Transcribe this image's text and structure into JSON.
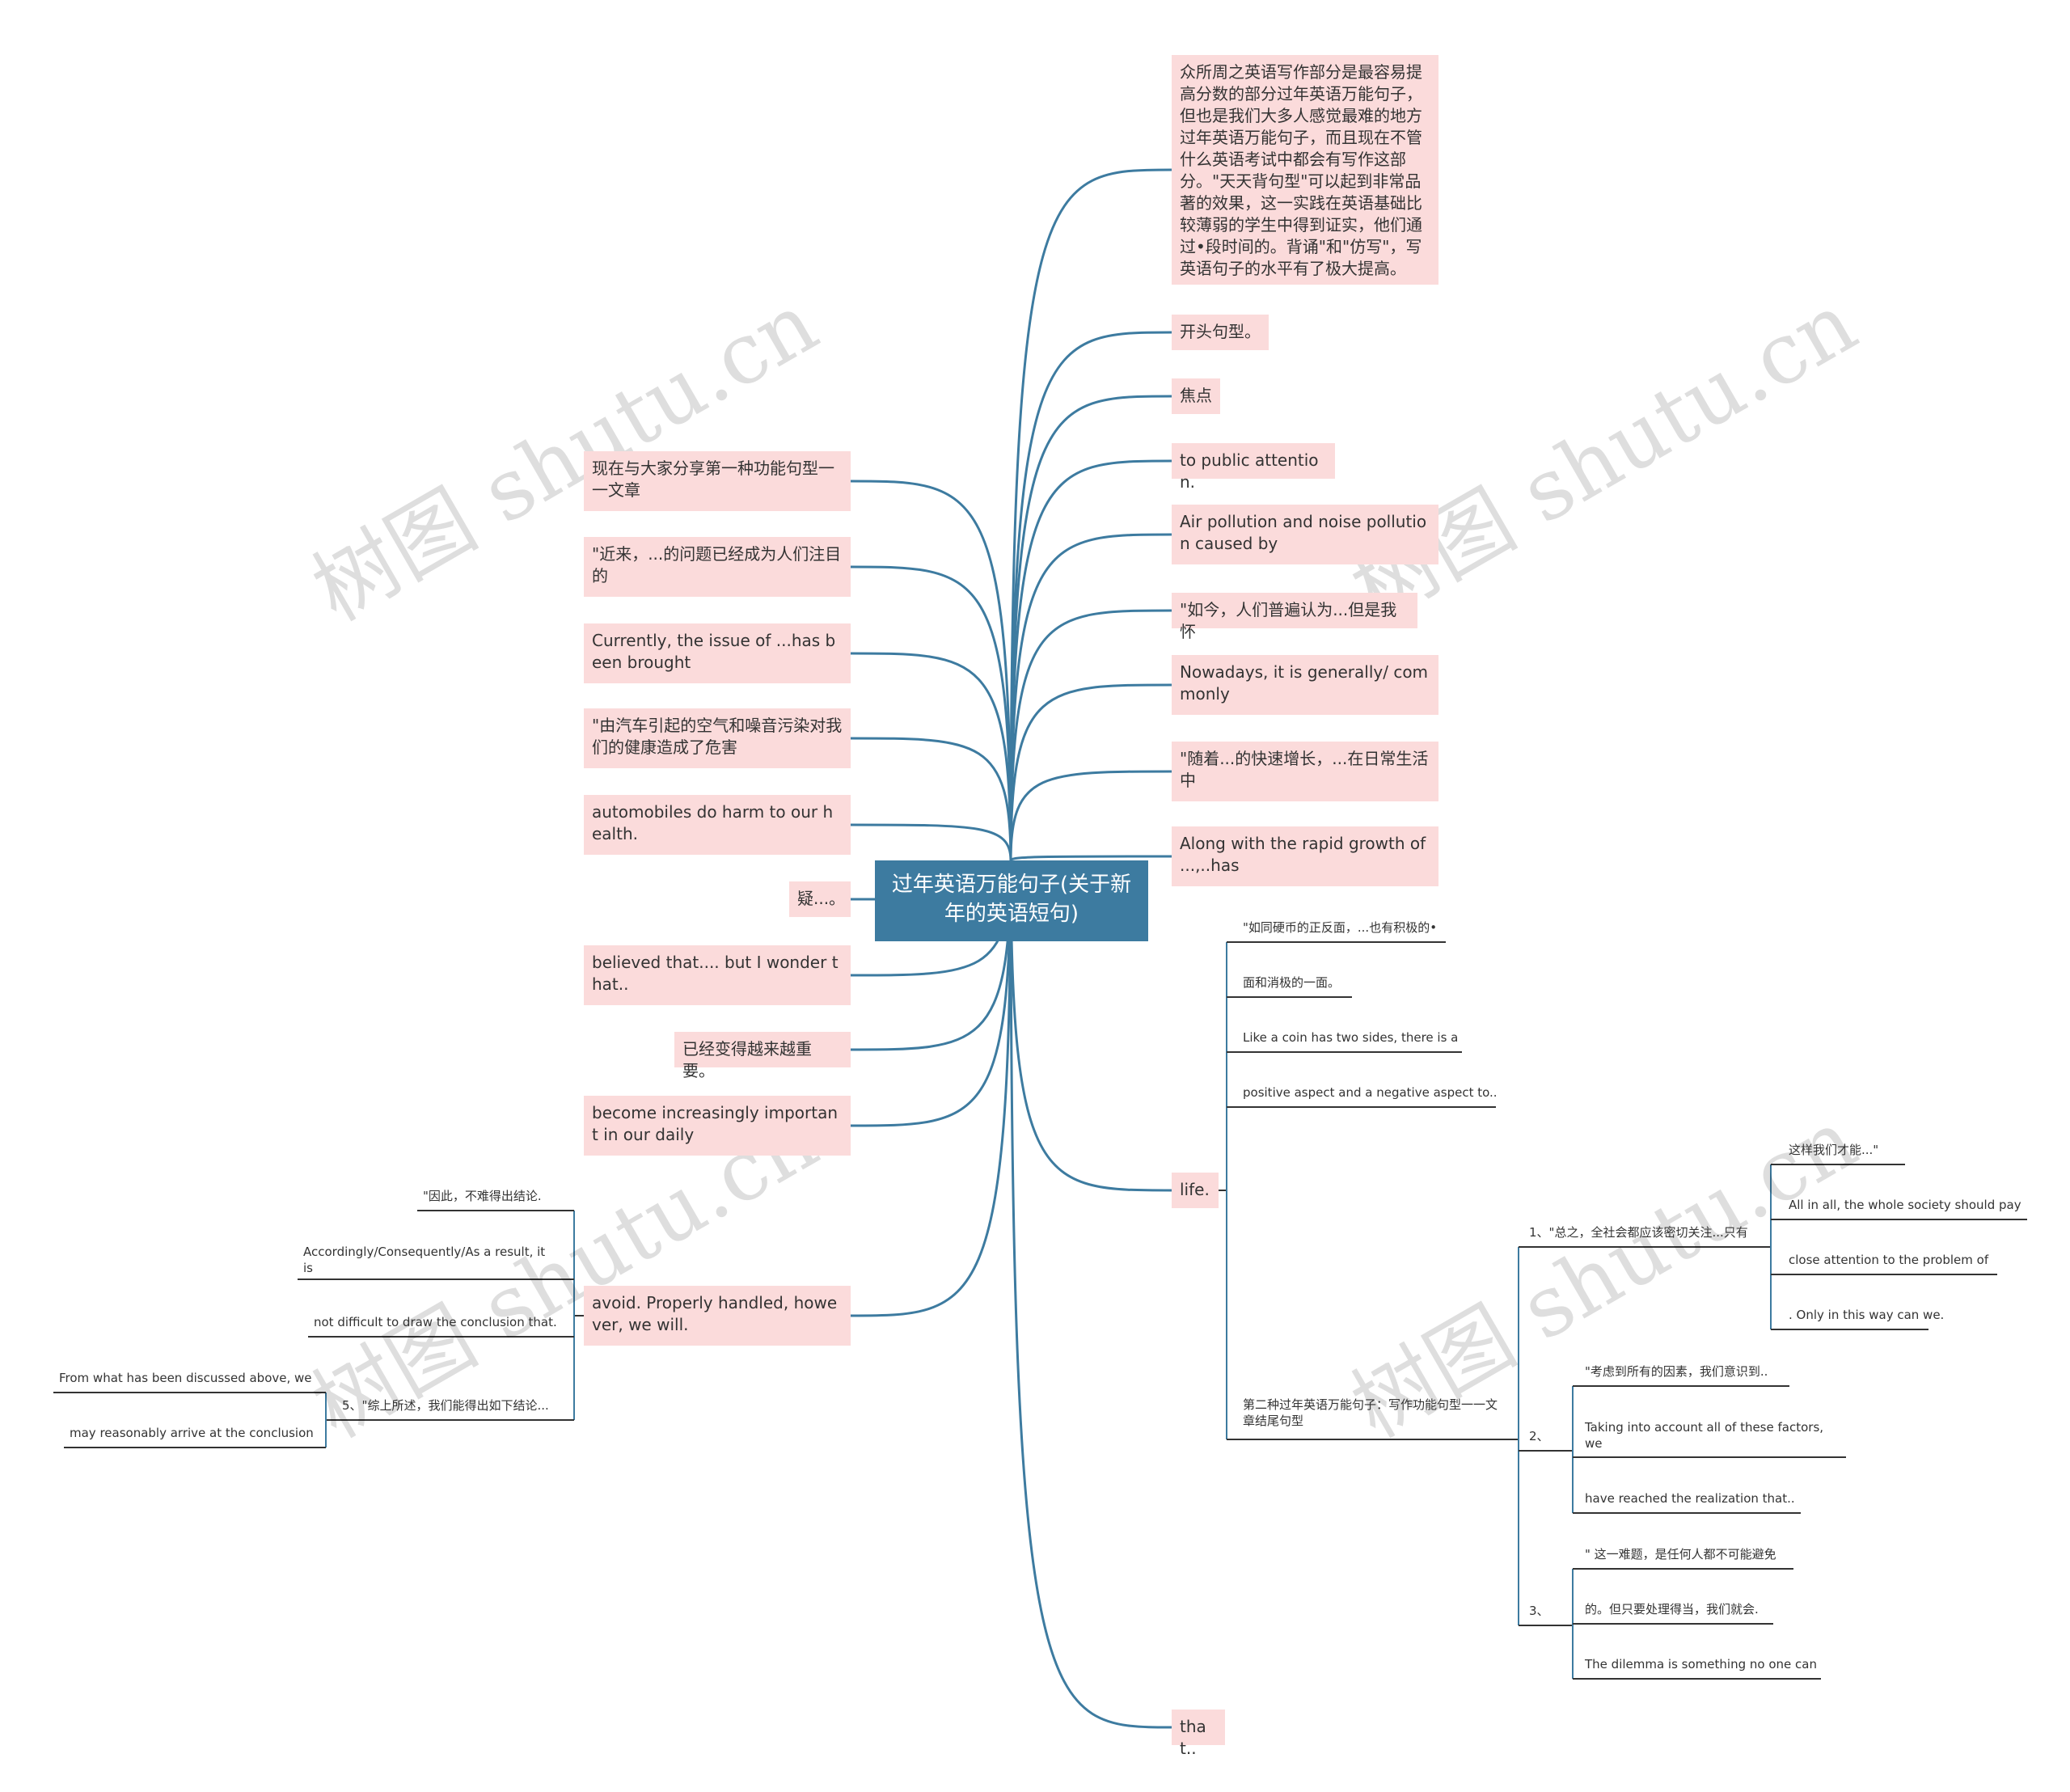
{
  "root": {
    "label": "过年英语万能句子(关于新年的英语短句)"
  },
  "right_nodes": [
    {
      "label": "众所周之英语写作部分是最容易提高分数的部分过年英语万能句子，但也是我们大多人感觉最难的地方过年英语万能句子，而且现在不管什么英语考试中都会有写作这部分。\"天天背句型\"可以起到非常品著的效果，这一实践在英语基础比较薄弱的学生中得到证实，他们通过•段时间的。背诵\"和\"仿写\"，写英语句子的水平有了极大提高。"
    },
    {
      "label": "开头句型。"
    },
    {
      "label": "焦点"
    },
    {
      "label": "to public attention."
    },
    {
      "label": "Air pollution and noise pollution caused by"
    },
    {
      "label": "\"如今，人们普遍认为...但是我怀"
    },
    {
      "label": "Nowadays, it is generally/ commonly"
    },
    {
      "label": "\"随着...的快速增长，...在日常生活中"
    },
    {
      "label": "Along with the rapid growth of ...,..has"
    },
    {
      "label": "life."
    },
    {
      "label": "that.."
    }
  ],
  "left_nodes": [
    {
      "label": "现在与大家分享第一种功能句型一一文章"
    },
    {
      "label": "\"近来，...的问题已经成为人们注目的"
    },
    {
      "label": "Currently, the issue of ...has been brought"
    },
    {
      "label": "\"由汽车引起的空气和噪音污染对我们的健康造成了危害"
    },
    {
      "label": "automobiles do harm to our health."
    },
    {
      "label": "疑...。"
    },
    {
      "label": "believed that.... but I wonder that.."
    },
    {
      "label": "已经变得越来越重要。"
    },
    {
      "label": "become increasingly important in our daily"
    },
    {
      "label": "avoid. Properly handled, however, we will."
    }
  ],
  "life_children": [
    {
      "label": "\"如同硬币的正反面，...也有积极的•"
    },
    {
      "label": "面和消极的一面。"
    },
    {
      "label": "Like a coin has two sides, there is a"
    },
    {
      "label": "positive aspect and a negative aspect to.."
    },
    {
      "label": "第二种过年英语万能句子：写作功能句型一一文章结尾句型"
    }
  ],
  "second_type_children": [
    {
      "label": "1、\"总之，全社会都应该密切关注...只有"
    },
    {
      "label": "2、"
    },
    {
      "label": "3、"
    }
  ],
  "item1_children": [
    {
      "label": "这样我们才能...\""
    },
    {
      "label": "All in all, the whole society should pay"
    },
    {
      "label": "close attention to the problem of"
    },
    {
      "label": ". Only in this way can we."
    }
  ],
  "item2_children": [
    {
      "label": "\"考虑到所有的因素，我们意识到.."
    },
    {
      "label": "Taking into account all of these factors, we"
    },
    {
      "label": "have reached the realization that.."
    }
  ],
  "item3_children": [
    {
      "label": "\" 这一难题，是任何人都不可能避免"
    },
    {
      "label": "的。但只要处理得当，我们就会."
    },
    {
      "label": "The dilemma is something no one can"
    }
  ],
  "avoid_children": [
    {
      "label": "\"因此，不难得出结论."
    },
    {
      "label": "Accordingly/Consequently/As a result, it is"
    },
    {
      "label": "not difficult to draw the conclusion that."
    },
    {
      "label": "5、\"综上所述，我们能得出如下结论..."
    }
  ],
  "item5_children": [
    {
      "label": "From what has been discussed above, we"
    },
    {
      "label": "may reasonably arrive at the conclusion"
    }
  ],
  "watermark": "树图 shutu.cn",
  "colors": {
    "edge": "#3d7ba0",
    "node_fill": "#fbdbdb",
    "root_fill": "#3d7ba0",
    "line": "#333333"
  }
}
